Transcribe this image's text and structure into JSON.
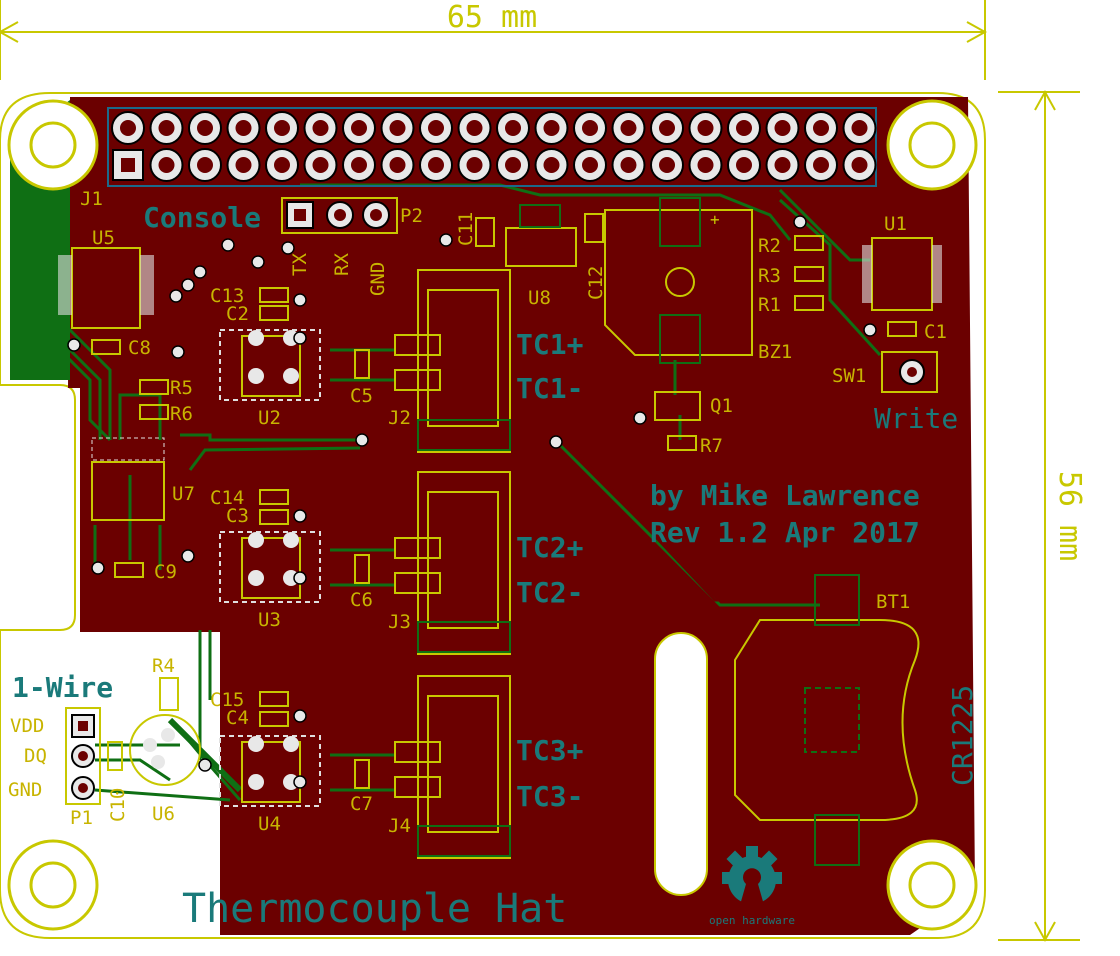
{
  "dimensions": {
    "width_label": "65 mm",
    "height_label": "56 mm"
  },
  "colors": {
    "board": "#6b0000",
    "copper_green": "#0f6f14",
    "silk": "#c8b400",
    "teal": "#1a7a7a",
    "outline": "#d4d400",
    "pad": "#e8e8e8",
    "edge": "#c8c800"
  },
  "labels": {
    "console": "Console",
    "tx": "TX",
    "rx": "RX",
    "gnd_vert": "GND",
    "one_wire": "1-Wire",
    "vdd": "VDD",
    "dq": "DQ",
    "gnd": "GND",
    "tc1p": "TC1+",
    "tc1m": "TC1-",
    "tc2p": "TC2+",
    "tc2m": "TC2-",
    "tc3p": "TC3+",
    "tc3m": "TC3-",
    "author": "by Mike Lawrence",
    "revision": "Rev 1.2 Apr 2017",
    "write": "Write",
    "battery": "CR1225",
    "title": "Thermocouple Hat",
    "oshw": "open hardware"
  },
  "refdes": {
    "J1": "J1",
    "U5": "U5",
    "P2": "P2",
    "C11": "C11",
    "C12": "C12",
    "U8": "U8",
    "U1": "U1",
    "R2": "R2",
    "R3": "R3",
    "R1": "R1",
    "C1": "C1",
    "SW1": "SW1",
    "BZ1": "BZ1",
    "Q1": "Q1",
    "R7": "R7",
    "C13": "C13",
    "C2": "C2",
    "C8": "C8",
    "U2": "U2",
    "C5": "C5",
    "J2": "J2",
    "R5": "R5",
    "R6": "R6",
    "U7": "U7",
    "C14": "C14",
    "C3": "C3",
    "C9": "C9",
    "U3": "U3",
    "C6": "C6",
    "J3": "J3",
    "R4": "R4",
    "C15": "C15",
    "C4": "C4",
    "U4": "U4",
    "C7": "C7",
    "J4": "J4",
    "P1": "P1",
    "C10": "C10",
    "U6": "U6",
    "BT1": "BT1"
  }
}
